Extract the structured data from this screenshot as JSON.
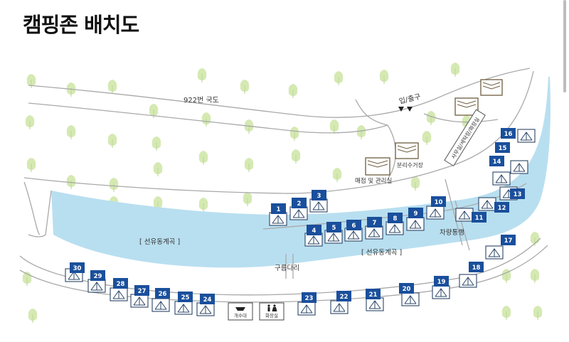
{
  "title": "캠핑존 배치도",
  "labels": {
    "road": "922번 국도",
    "entrance": "입/출구",
    "office": "사무실/세탁장/화장실",
    "recycle": "분리수거장",
    "shop": "매점 및 관리실",
    "stream_left": "[ 선유동계곡 ]",
    "stream_right": "[ 선유동계곡 ]",
    "bridge": "구름다리",
    "driveway": "차량통행",
    "sink": "개수대",
    "restroom": "화장실"
  },
  "icons": {
    "tent": "tent-icon",
    "tree": "tree-icon",
    "building": "building-icon",
    "sink": "sink-icon",
    "restroom": "restroom-icon"
  },
  "colors": {
    "water": "#b8dff0",
    "road_line": "#a9a9a9",
    "tree": "#d5e9b2",
    "badge": "#1a4f9c",
    "tent_stroke": "#2a4466"
  },
  "sites": [
    "1",
    "2",
    "3",
    "4",
    "5",
    "6",
    "7",
    "8",
    "9",
    "10",
    "11",
    "12",
    "13",
    "14",
    "15",
    "16",
    "17",
    "18",
    "19",
    "20",
    "21",
    "22",
    "23",
    "24",
    "25",
    "26",
    "27",
    "28",
    "29",
    "30"
  ]
}
